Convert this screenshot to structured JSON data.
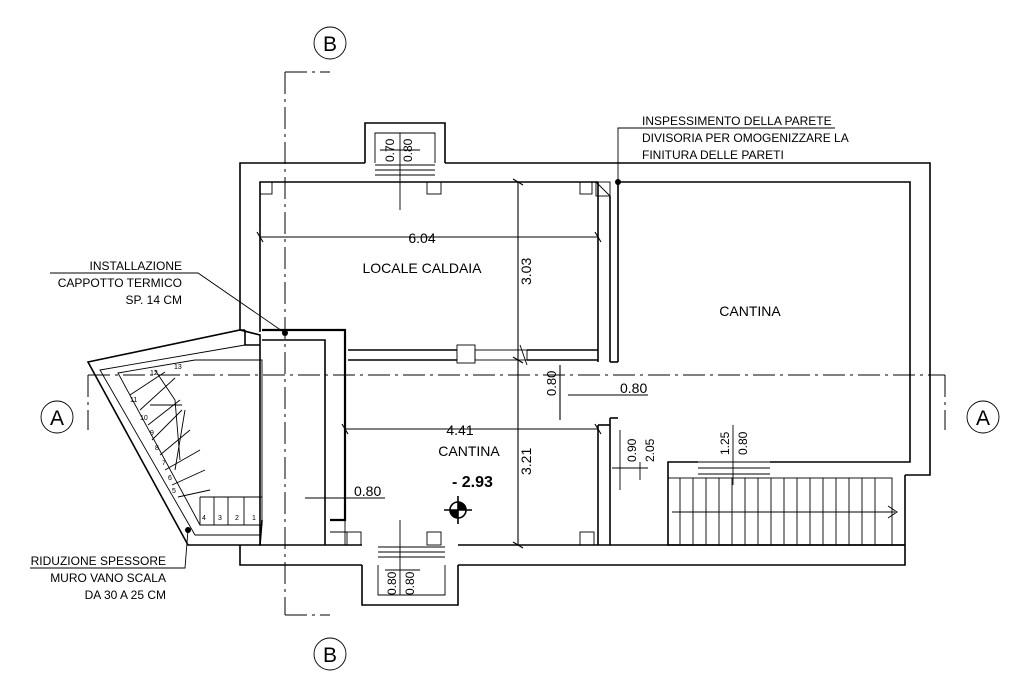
{
  "sections": {
    "a_left": "A",
    "a_right": "A",
    "b_top": "B",
    "b_bottom": "B"
  },
  "rooms": {
    "locale_caldaia": "LOCALE CALDAIA",
    "cantina_small": "CANTINA",
    "cantina_large": "CANTINA"
  },
  "elevation": "- 2.93",
  "dimensions": {
    "width_6_04": "6.04",
    "height_3_03": "3.03",
    "width_4_41": "4.41",
    "height_3_21": "3.21",
    "door_0_80_stair": "0.80",
    "door_0_80_mid_vertical": "0.80",
    "door_0_80_mid_horizontal": "0.80",
    "top_window_0_70": "0.70",
    "top_window_0_80": "0.80",
    "bottom_window_0_80_a": "0.80",
    "bottom_window_0_80_b": "0.80",
    "door_0_90": "0.90",
    "door_2_05": "2.05",
    "window_1_25": "1.25",
    "window_0_80_right": "0.80"
  },
  "notes": {
    "cappotto": [
      "INSTALLAZIONE",
      "CAPPOTTO TERMICO",
      "SP. 14 CM"
    ],
    "riduzione": [
      "RIDUZIONE SPESSORE",
      "MURO VANO SCALA",
      "DA 30 A 25 CM"
    ],
    "inspessimento": [
      "INSPESSIMENTO DELLA PARETE",
      "DIVISORIA PER OMOGENIZZARE LA",
      "FINITURA DELLE PARETI"
    ]
  },
  "stair_steps": [
    "1",
    "2",
    "3",
    "4",
    "5",
    "6",
    "7",
    "8",
    "9",
    "10",
    "11",
    "12",
    "13"
  ]
}
